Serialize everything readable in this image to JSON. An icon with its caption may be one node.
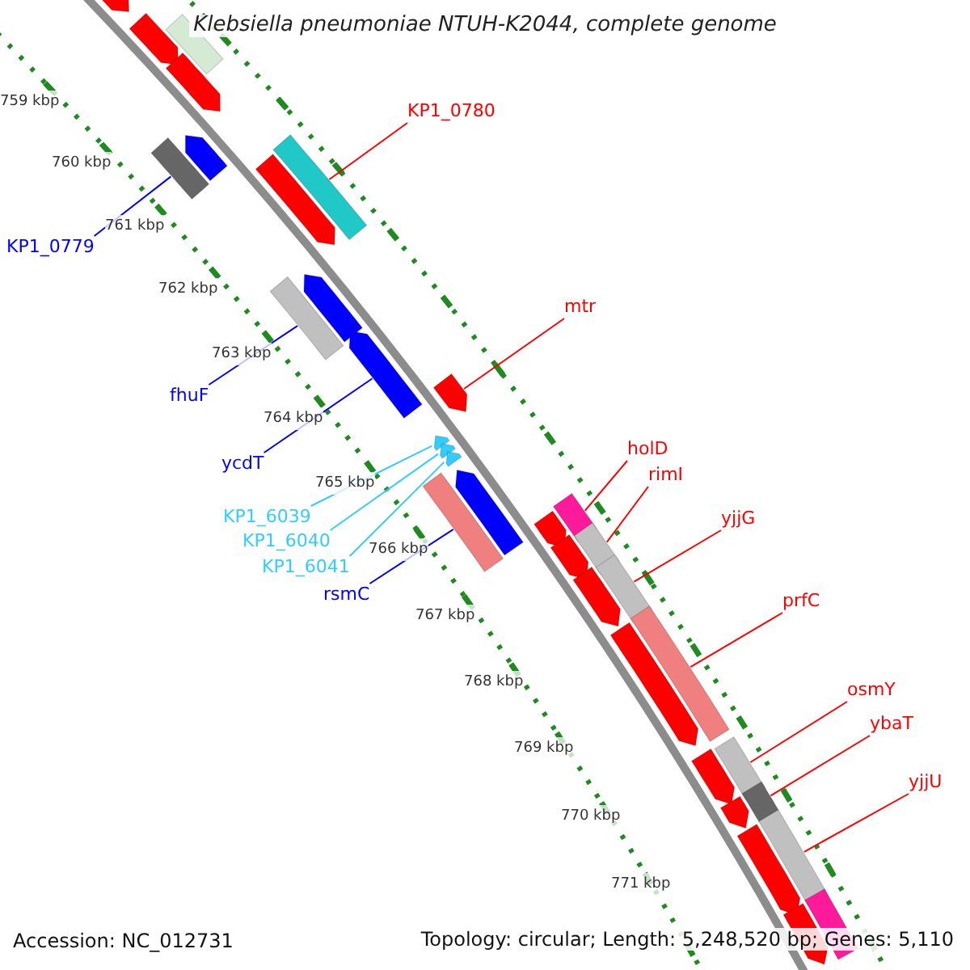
{
  "diagram": {
    "title": "Klebsiella pneumoniae NTUH-K2044, complete genome",
    "nodes": [
      {
        "text": [
          "KP1_0780"
        ]
      },
      {
        "text": [],
        "shape": "bar"
      },
      {
        "text": [
          "KP1_0779"
        ]
      },
      {
        "text": [],
        "shape": "bar"
      },
      {
        "text": [
          "mtr"
        ]
      },
      {
        "text": [],
        "shape": "arrow"
      },
      {
        "text": [
          "fhuF"
        ]
      },
      {
        "text": [],
        "shape": "bar"
      },
      {
        "text": [
          "ycdT"
        ]
      },
      {
        "text": [],
        "shape": "arrow"
      },
      {
        "text": [
          "holD"
        ]
      },
      {
        "text": [],
        "shape": "bar"
      },
      {
        "text": [
          "rimI"
        ]
      },
      {
        "text": [],
        "shape": "bar"
      },
      {
        "text": [
          "KP1_6039"
        ]
      },
      {
        "text": [],
        "shape": "arrow"
      },
      {
        "text": [
          "KP1_6040"
        ]
      },
      {
        "text": [],
        "shape": "arrow"
      },
      {
        "text": [
          "KP1_6041"
        ]
      },
      {
        "text": [],
        "shape": "arrow"
      },
      {
        "text": [
          "yjjG"
        ]
      },
      {
        "text": [],
        "shape": "bar"
      },
      {
        "text": [
          "rsmC"
        ]
      },
      {
        "text": [],
        "shape": "bar"
      },
      {
        "text": [
          "prfC"
        ]
      },
      {
        "text": [],
        "shape": "bar"
      },
      {
        "text": [
          "osmY"
        ]
      },
      {
        "text": [],
        "shape": "bar"
      },
      {
        "text": [
          "ybaT"
        ]
      },
      {
        "text": [],
        "shape": "bar"
      },
      {
        "text": [
          "yjjU"
        ]
      },
      {
        "text": [],
        "shape": "bar"
      },
      {
        "text": [],
        "shape": "arrow"
      },
      {
        "text": [],
        "shape": "arrow"
      },
      {
        "text": [],
        "shape": "arrow"
      },
      {
        "text": [],
        "shape": "arrow"
      },
      {
        "text": [],
        "shape": "arrow"
      },
      {
        "text": [],
        "shape": "arrow"
      },
      {
        "text": [],
        "shape": "arrow"
      },
      {
        "text": [],
        "shape": "arrow"
      },
      {
        "text": [],
        "shape": "arrow"
      },
      {
        "text": [],
        "shape": "arrow"
      },
      {
        "text": [],
        "shape": "arrow"
      },
      {
        "text": [],
        "shape": "arrow"
      },
      {
        "text": [],
        "shape": "bar"
      },
      {
        "text": [],
        "shape": "bar"
      },
      {
        "text": [],
        "shape": "arrow"
      },
      {
        "text": [],
        "shape": "arrow"
      },
      {
        "text": [],
        "shape": "arrow"
      }
    ],
    "edges": [
      {
        "from": 0,
        "to": 1,
        "arrow": "none"
      },
      {
        "from": 2,
        "to": 3,
        "arrow": "none",
        "color": "#0000ff"
      },
      {
        "from": 4,
        "to": 5,
        "arrow": "none"
      },
      {
        "from": 6,
        "to": 7,
        "arrow": "none",
        "color": "#0000ff"
      },
      {
        "from": 8,
        "to": 9,
        "arrow": "none",
        "color": "#0000ff"
      },
      {
        "from": 10,
        "to": 11,
        "arrow": "none"
      },
      {
        "from": 12,
        "to": 13,
        "arrow": "none"
      },
      {
        "from": 14,
        "to": 15,
        "arrow": "none",
        "color": "#33ccff"
      },
      {
        "from": 16,
        "to": 17,
        "arrow": "none",
        "color": "#33ccff"
      },
      {
        "from": 18,
        "to": 19,
        "arrow": "none",
        "color": "#33ccff"
      },
      {
        "from": 20,
        "to": 21,
        "arrow": "none"
      },
      {
        "from": 22,
        "to": 23,
        "arrow": "none",
        "color": "#0000ff"
      },
      {
        "from": 24,
        "to": 25,
        "arrow": "none"
      },
      {
        "from": 26,
        "to": 27,
        "arrow": "none"
      },
      {
        "from": 28,
        "to": 29,
        "arrow": "none"
      },
      {
        "from": 30,
        "to": 31,
        "arrow": "none"
      }
    ],
    "labels": [
      "759 kbp",
      "760 kbp",
      "761 kbp",
      "762 kbp",
      "763 kbp",
      "764 kbp",
      "765 kbp",
      "766 kbp",
      "767 kbp",
      "768 kbp",
      "769 kbp",
      "770 kbp",
      "771 kbp",
      "Accession: NC_012731",
      "Topology: circular; Length: 5,248,520 bp; Genes: 5,110"
    ]
  }
}
